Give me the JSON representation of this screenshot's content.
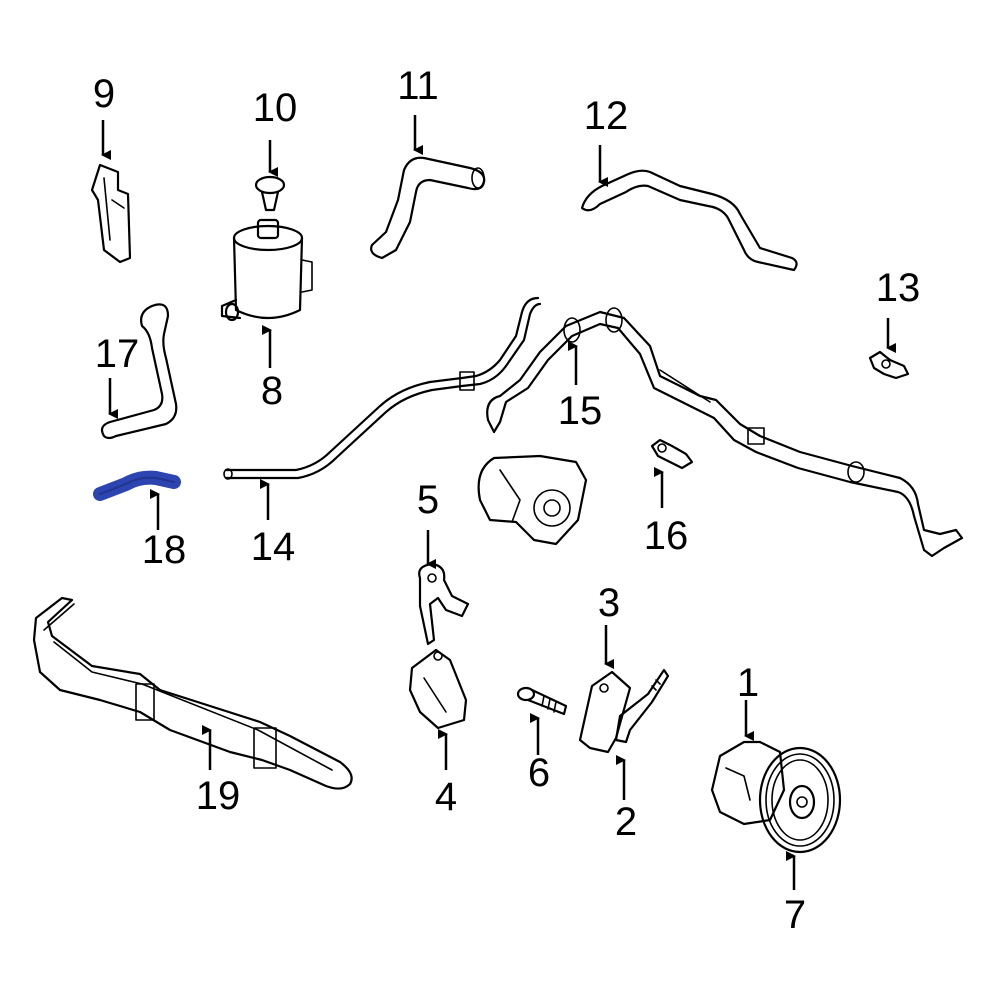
{
  "highlight_color": "#2c45b0",
  "callouts": [
    {
      "num": "1"
    },
    {
      "num": "2"
    },
    {
      "num": "3"
    },
    {
      "num": "4"
    },
    {
      "num": "5"
    },
    {
      "num": "6"
    },
    {
      "num": "7"
    },
    {
      "num": "8"
    },
    {
      "num": "9"
    },
    {
      "num": "10"
    },
    {
      "num": "11"
    },
    {
      "num": "12"
    },
    {
      "num": "13"
    },
    {
      "num": "14"
    },
    {
      "num": "15"
    },
    {
      "num": "16"
    },
    {
      "num": "17"
    },
    {
      "num": "18"
    },
    {
      "num": "19"
    }
  ],
  "highlighted_part": "18"
}
